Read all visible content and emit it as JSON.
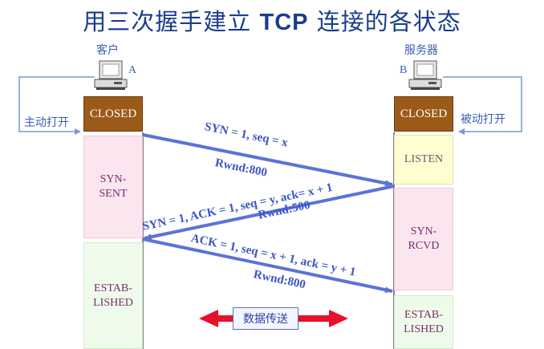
{
  "title_prefix": "用三次握手建立 ",
  "title_tcp": "TCP",
  "title_suffix": " 连接的各状态",
  "client": {
    "label": "客户",
    "letter": "A",
    "action": "主动打开"
  },
  "server": {
    "label": "服务器",
    "letter": "B",
    "action": "被动打开"
  },
  "client_states": {
    "closed": "CLOSED",
    "syn_sent_1": "SYN-",
    "syn_sent_2": "SENT",
    "established_1": "ESTAB-",
    "established_2": "LISHED"
  },
  "server_states": {
    "closed": "CLOSED",
    "listen": "LISTEN",
    "syn_rcvd_1": "SYN-",
    "syn_rcvd_2": "RCVD",
    "established_1": "ESTAB-",
    "established_2": "LISHED"
  },
  "messages": {
    "m1_header": "SYN = 1, seq = x",
    "m1_window": "Rwnd:800",
    "m2_header": "SYN = 1, ACK = 1, seq = y, ack= x + 1",
    "m2_window": "Rwnd:500",
    "m3_header": "ACK = 1, seq = x + 1, ack = y + 1",
    "m3_window": "Rwnd:800"
  },
  "data_transfer": "数据传送",
  "colors": {
    "arrow": "#5b73d8",
    "closed": "#9c5a19",
    "title": "#1a3c8f",
    "data_arrow": "#e8102a"
  }
}
